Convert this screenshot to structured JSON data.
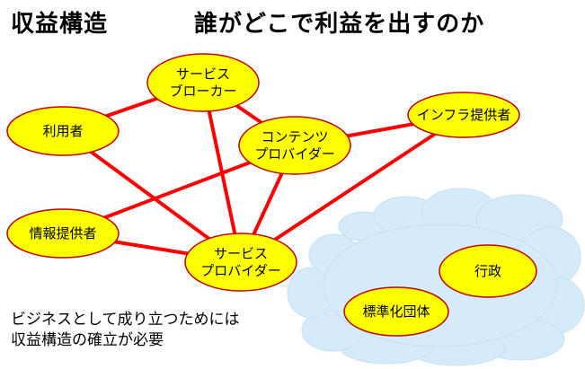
{
  "title": {
    "left": "収益構造",
    "right": "誰がどこで利益を出すのか"
  },
  "diagram": {
    "nodes": [
      {
        "id": "user",
        "lines": [
          "利用者"
        ]
      },
      {
        "id": "service-broker",
        "lines": [
          "サービス",
          "ブローカー"
        ]
      },
      {
        "id": "content-provider",
        "lines": [
          "コンテンツ",
          "プロバイダー"
        ]
      },
      {
        "id": "infra-provider",
        "lines": [
          "インフラ提供者"
        ]
      },
      {
        "id": "info-provider",
        "lines": [
          "情報提供者"
        ]
      },
      {
        "id": "service-provider",
        "lines": [
          "サービス",
          "プロバイダー"
        ]
      },
      {
        "id": "gov",
        "lines": [
          "行政"
        ]
      },
      {
        "id": "standards-body",
        "lines": [
          "標準化団体"
        ]
      }
    ],
    "edges": [
      [
        "user",
        "service-broker"
      ],
      [
        "user",
        "service-provider"
      ],
      [
        "service-broker",
        "content-provider"
      ],
      [
        "service-broker",
        "service-provider"
      ],
      [
        "content-provider",
        "infra-provider"
      ],
      [
        "content-provider",
        "info-provider"
      ],
      [
        "content-provider",
        "service-provider"
      ],
      [
        "info-provider",
        "service-provider"
      ],
      [
        "infra-provider",
        "service-provider"
      ]
    ],
    "colors": {
      "node_fill": "#ffff00",
      "node_stroke": "#c00000",
      "edge": "#ff0000",
      "cloud_fill": "#d6ebf9",
      "cloud_stroke": "#c5dff2"
    }
  },
  "note": {
    "line1": "ビジネスとして成り立つためには",
    "line2": "収益構造の確立が必要"
  }
}
